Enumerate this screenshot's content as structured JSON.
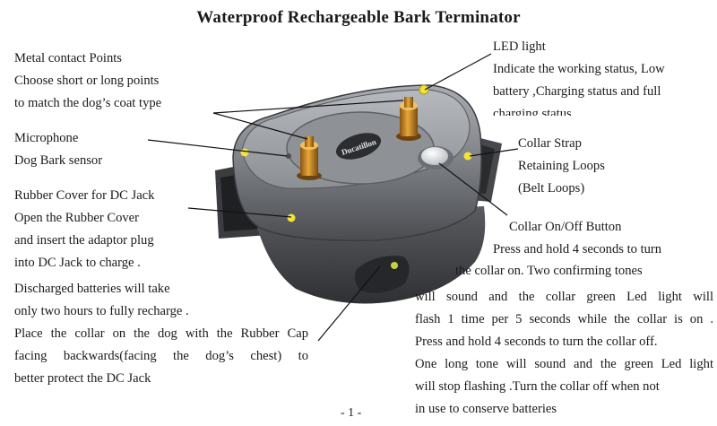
{
  "title": "Waterproof Rechargeable Bark Terminator",
  "brand_logo_text": "Ducatillon",
  "callouts": {
    "metal_contact": [
      "Metal contact Points",
      "Choose short or long points",
      "to match the dog’s coat type"
    ],
    "microphone": [
      "Microphone",
      "Dog Bark sensor"
    ],
    "rubber_cover": [
      "Rubber Cover for DC Jack",
      "Open the Rubber Cover",
      "and insert the adaptor plug",
      "into DC Jack to charge ."
    ],
    "charge_time": [
      "Discharged batteries will take",
      "only two hours to fully recharge ."
    ],
    "placement": [
      "Place the collar on the dog with the Rubber Cap",
      "facing backwards(facing the dog’s chest) to",
      "better protect the DC Jack"
    ],
    "led_light": [
      "LED light",
      "Indicate the working status, Low",
      "battery ,Charging status and full",
      "charging status"
    ],
    "collar_strap": [
      "Collar Strap",
      "Retaining Loops",
      "(Belt Loops)"
    ],
    "on_off": [
      "Collar On/Off Button",
      "Press and hold 4 seconds to turn",
      "the collar on. Two confirming tones",
      "will sound and the collar green Led light will",
      "flash 1 time per 5 seconds while the collar is on .",
      "Press and hold 4 seconds to turn the collar off.",
      "One long tone will sound and the green Led light",
      "will stop flashing .Turn the collar off when not",
      "in use to conserve batteries"
    ]
  },
  "page_number": "- 1 -",
  "colors": {
    "text": "#1a1a1a",
    "device_body": "#8a8d91",
    "device_dark": "#3d3f42",
    "contact_gold": "#c8861f",
    "led_yellow": "#f2e23a"
  },
  "icons": [
    "collar-device-drawing",
    "metal-contact-point-icon",
    "on-off-button-icon",
    "led-indicator-icon"
  ]
}
